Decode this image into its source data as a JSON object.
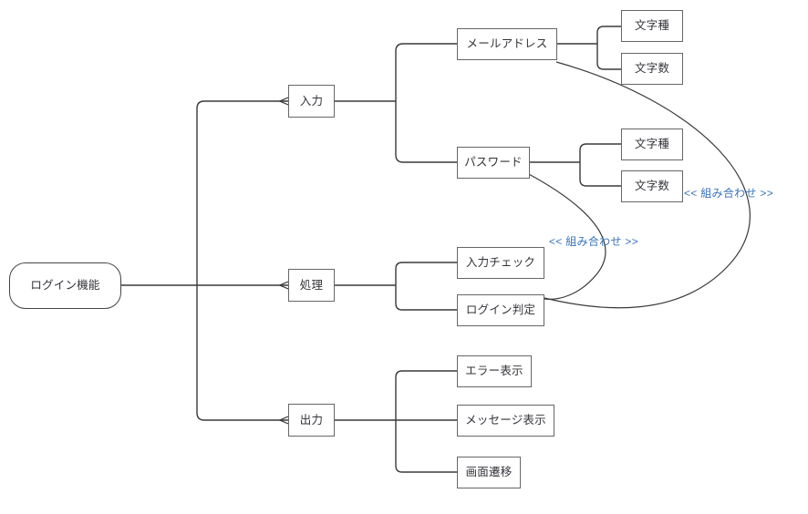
{
  "diagram": {
    "type": "mind-map-tree",
    "title": "ログイン機能",
    "root": {
      "id": "root",
      "label": "ログイン機能",
      "shape": "rounded-rectangle"
    },
    "branches": [
      {
        "id": "input",
        "label": "入力",
        "children": [
          {
            "id": "mail-address",
            "label": "メールアドレス",
            "children": [
              {
                "id": "mail-char-type",
                "label": "文字種"
              },
              {
                "id": "mail-char-count",
                "label": "文字数"
              }
            ]
          },
          {
            "id": "password",
            "label": "パスワード",
            "children": [
              {
                "id": "pw-char-type",
                "label": "文字種"
              },
              {
                "id": "pw-char-count",
                "label": "文字数"
              }
            ]
          }
        ]
      },
      {
        "id": "process",
        "label": "処理",
        "children": [
          {
            "id": "input-check",
            "label": "入力チェック"
          },
          {
            "id": "login-judge",
            "label": "ログイン判定"
          }
        ]
      },
      {
        "id": "output",
        "label": "出力",
        "children": [
          {
            "id": "error-display",
            "label": "エラー表示"
          },
          {
            "id": "message-display",
            "label": "メッセージ表示"
          },
          {
            "id": "screen-transition",
            "label": "画面遷移"
          }
        ]
      }
    ],
    "annotations": [
      {
        "id": "combination-outer",
        "label": "<< 組み合わせ >>"
      },
      {
        "id": "combination-inner",
        "label": "<< 組み合わせ >>"
      }
    ],
    "colors": {
      "node_border": "#666666",
      "node_text": "#33333a",
      "edge": "#3a3a3a",
      "annotation": "#3a74b8",
      "background": "#ffffff"
    }
  }
}
